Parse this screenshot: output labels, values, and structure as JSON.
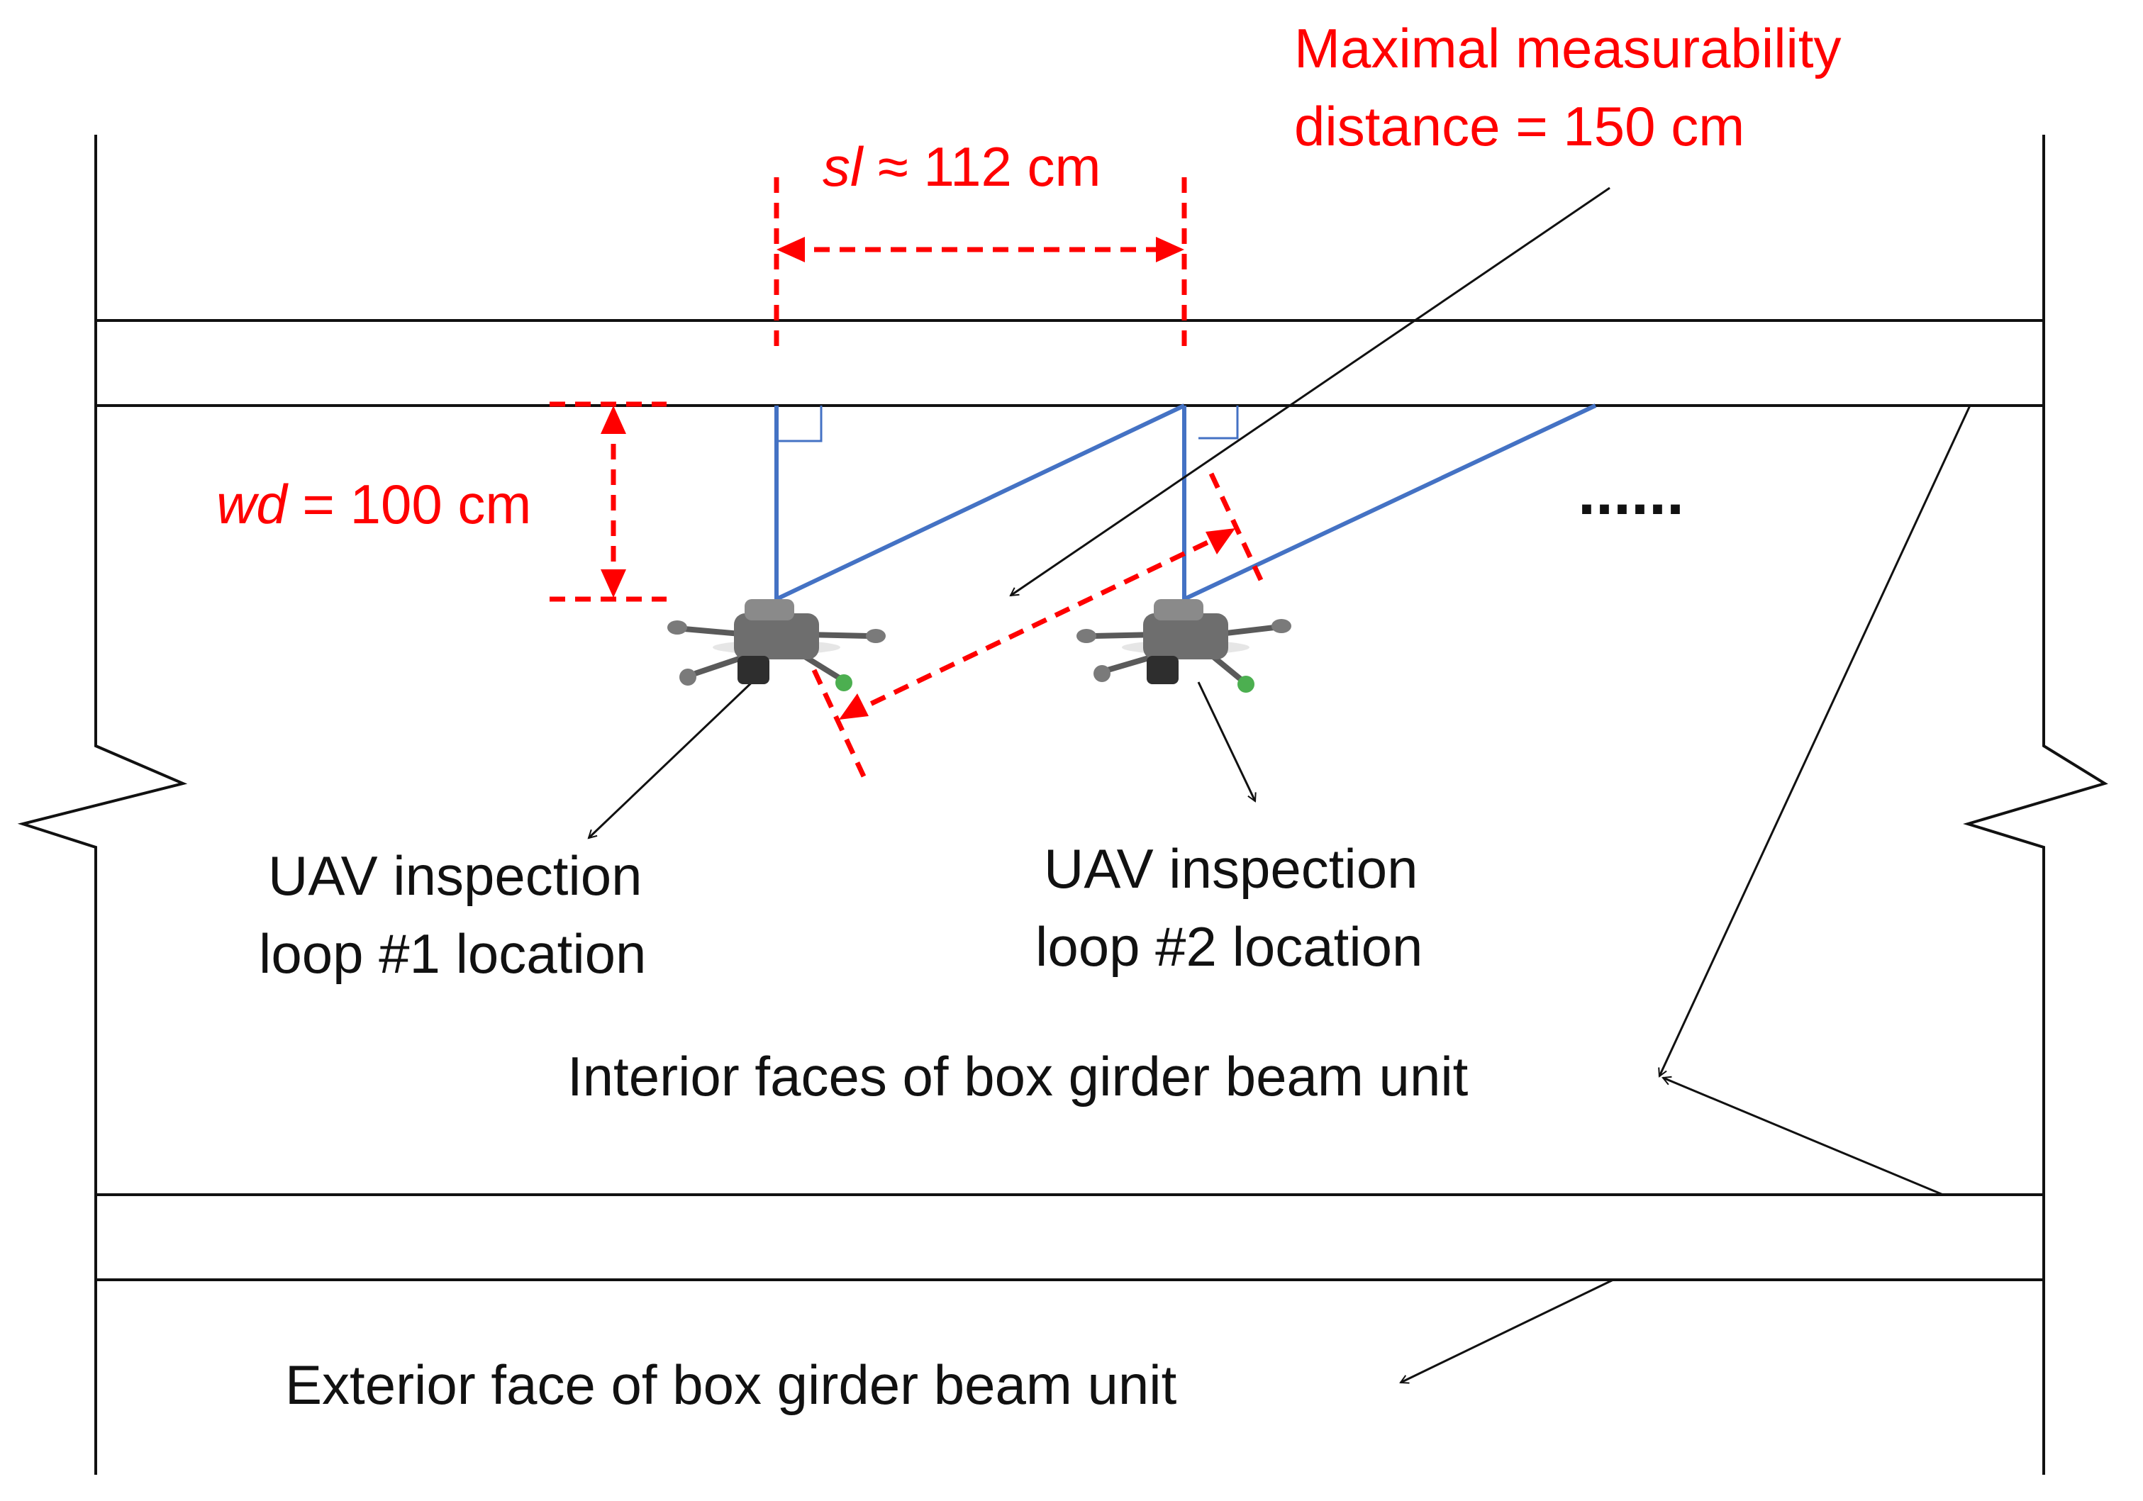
{
  "labels": {
    "max_distance_line1": "Maximal measurability",
    "max_distance_line2": "distance = 150 cm",
    "sl_symbol": "sl",
    "sl_value": " ≈ 112 cm",
    "wd_symbol": "wd",
    "wd_value": " = 100 cm",
    "ellipsis": "......",
    "loop1_line1": "UAV inspection",
    "loop1_line2": "loop #1 location",
    "loop2_line1": "UAV inspection",
    "loop2_line2": "loop #2 location",
    "interior_faces": "Interior faces of box girder beam unit",
    "exterior_face": "Exterior face of box girder beam unit"
  },
  "colors": {
    "dimension": "#ff0000",
    "camera_ray": "#4472c4",
    "outline": "#111111",
    "drone_body": "#6e6e6e"
  }
}
